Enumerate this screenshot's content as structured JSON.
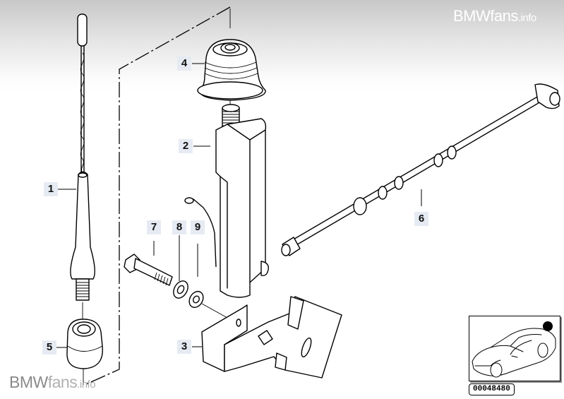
{
  "watermarks": {
    "top": {
      "brand": "BMWfans",
      "suffix": ".info"
    },
    "bottom": {
      "brand_dark": "BMW",
      "brand_light": "fans",
      "suffix": ".info"
    }
  },
  "diagram": {
    "title": "Antenna / rod aerial assembly exploded view",
    "callouts": [
      {
        "id": "1",
        "label": "1",
        "part": "rod-antenna"
      },
      {
        "id": "2",
        "label": "2",
        "part": "antenna-base"
      },
      {
        "id": "3",
        "label": "3",
        "part": "mounting-bracket"
      },
      {
        "id": "4",
        "label": "4",
        "part": "rubber-boot"
      },
      {
        "id": "5",
        "label": "5",
        "part": "grommet"
      },
      {
        "id": "6",
        "label": "6",
        "part": "antenna-cable"
      },
      {
        "id": "7",
        "label": "7",
        "part": "hex-bolt"
      },
      {
        "id": "8",
        "label": "8",
        "part": "lock-washer"
      },
      {
        "id": "9",
        "label": "9",
        "part": "flat-washer"
      }
    ]
  },
  "thumbnail": {
    "description": "car location overview",
    "part_number": "00048480"
  },
  "colors": {
    "callout_bg": "#e6ebf3",
    "line": "#000000",
    "watermark_top": "#ffffff",
    "watermark_bottom": "#8a8a8a"
  }
}
